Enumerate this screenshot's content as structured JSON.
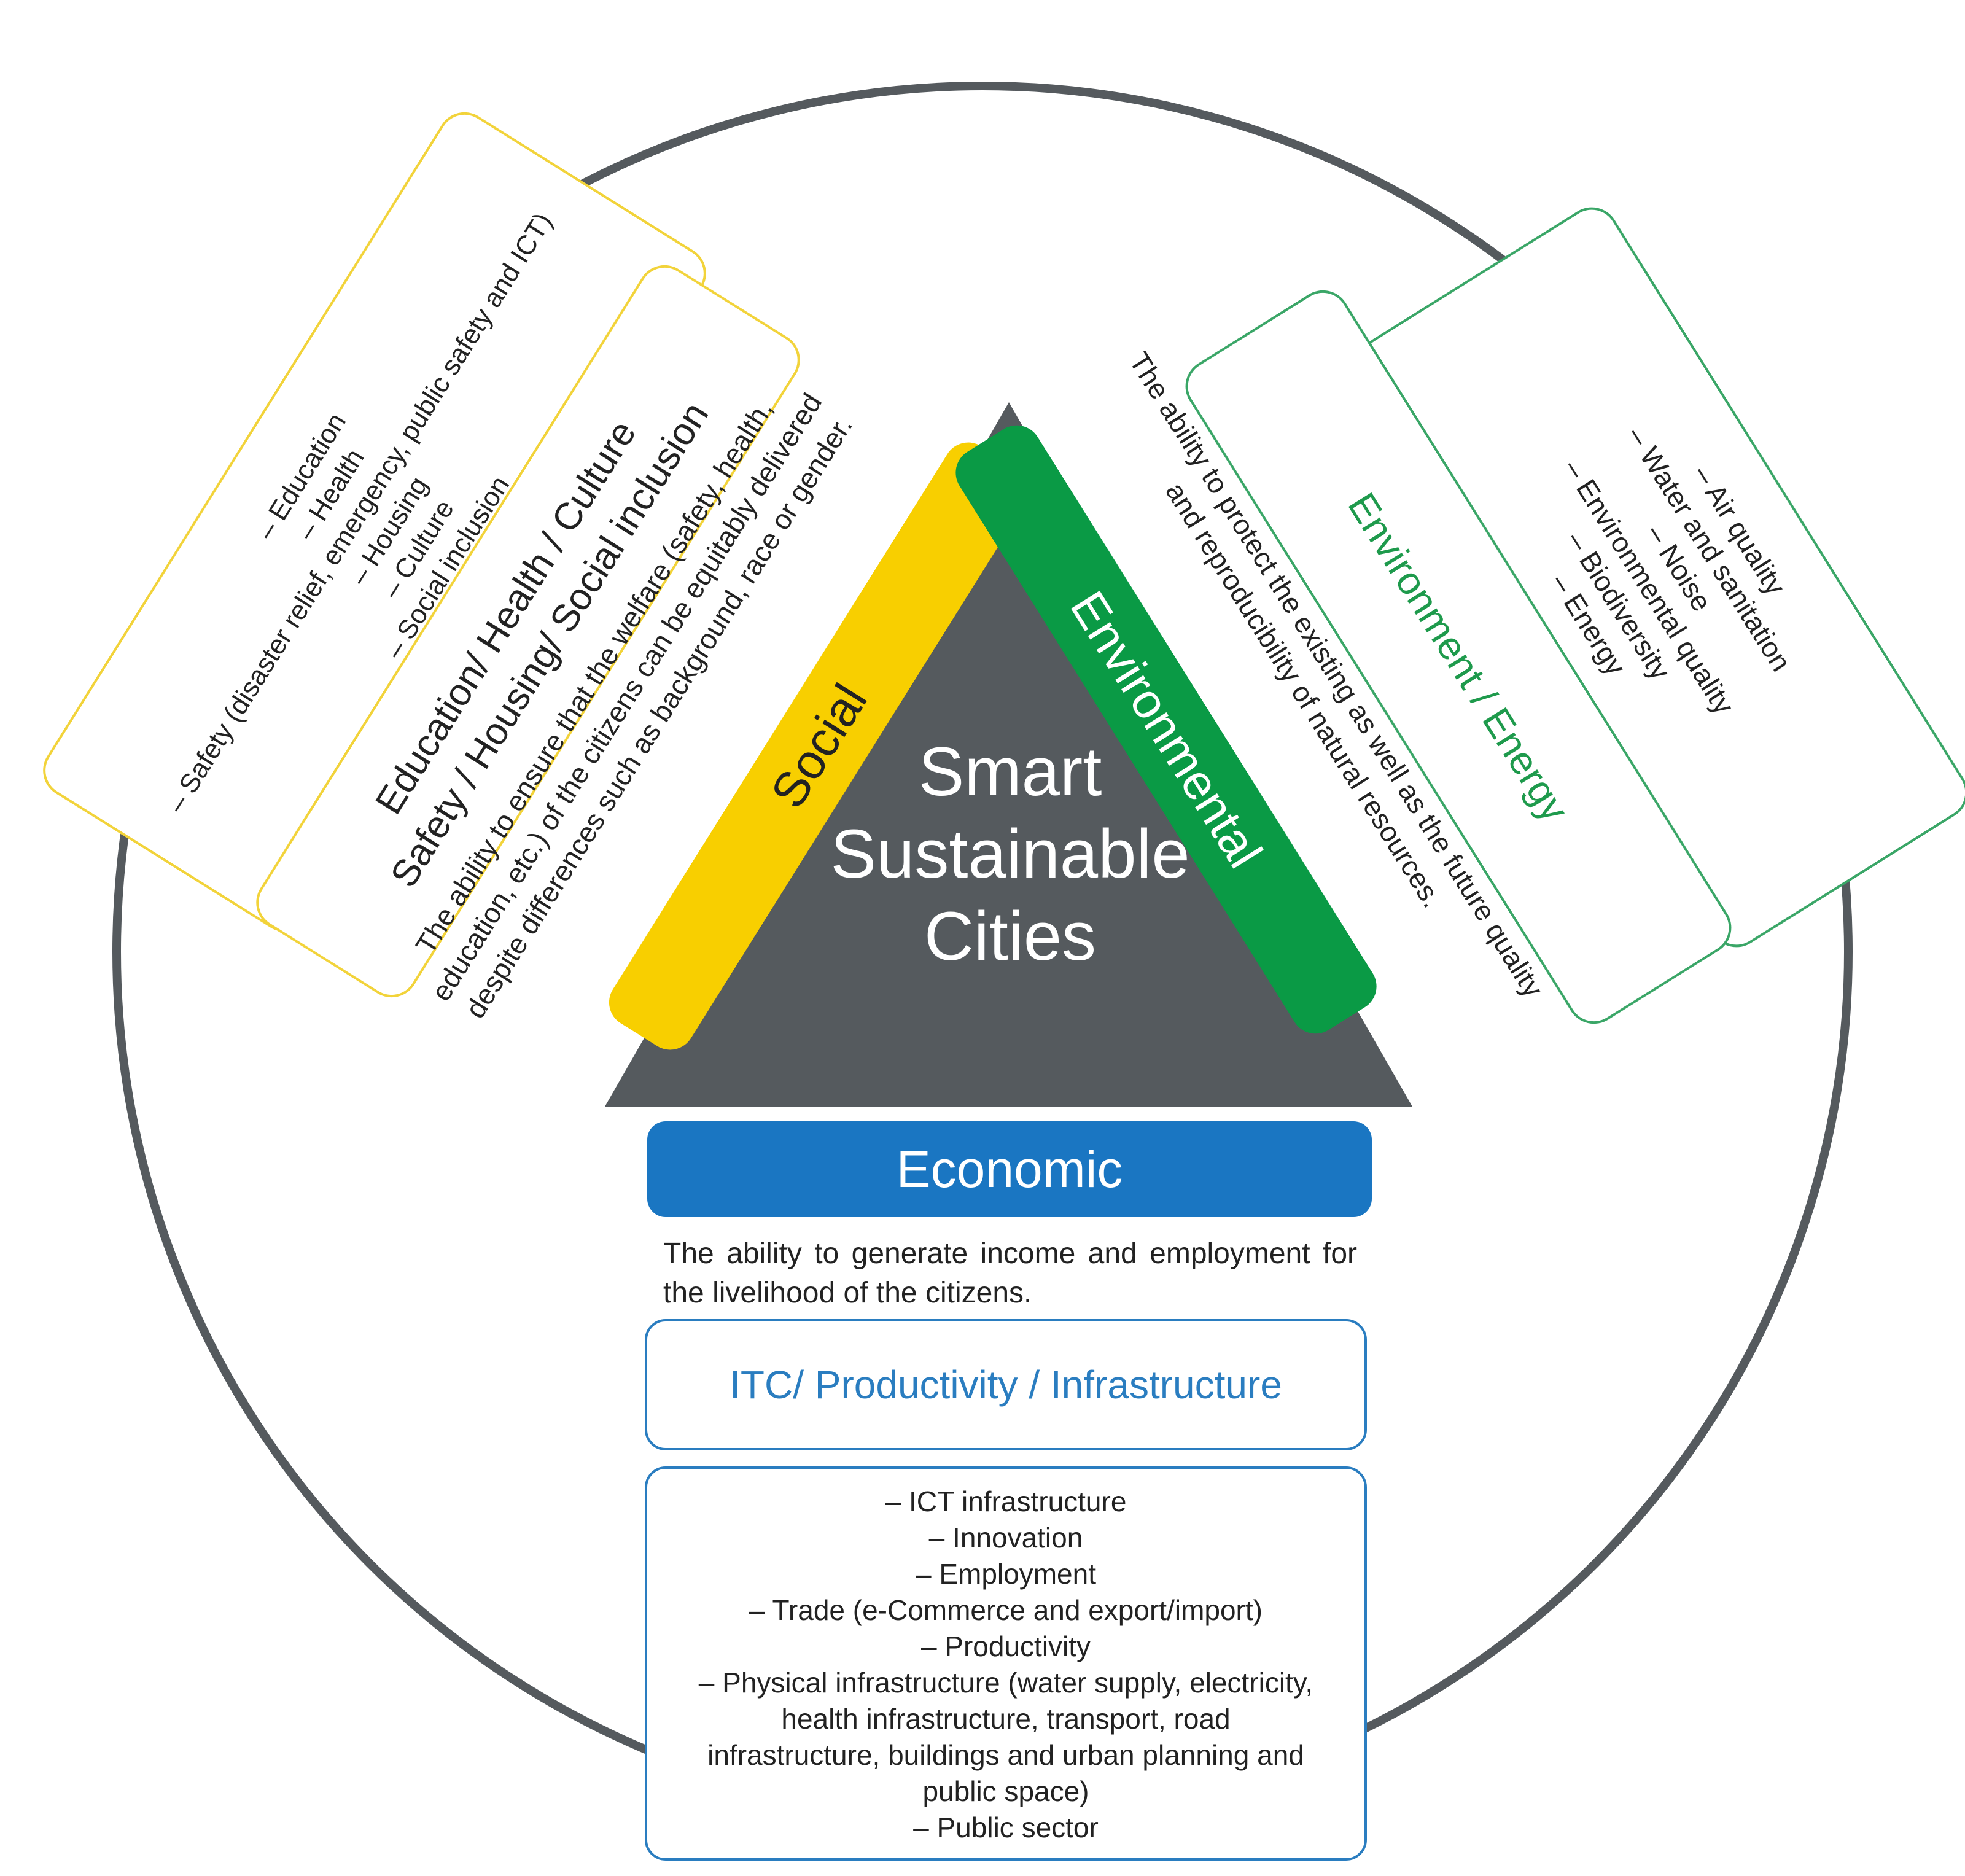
{
  "center": {
    "title_lines": [
      "Smart",
      "Sustainable",
      "Cities"
    ]
  },
  "social": {
    "label": "Social",
    "description": "The ability to ensure that the welfare (safety, health, education, etc.) of the citizens can be equitably delivered despite differences such as background, race or gender.",
    "theme_line1": "Education/ Health / Culture",
    "theme_line2": "Safety / Housing/ Social inclusion",
    "items": [
      "– Education",
      "– Health",
      "– Safety (disaster relief, emergency, public safety and ICT)",
      "– Housing",
      "– Culture",
      "– Social inclusion"
    ]
  },
  "environmental": {
    "label": "Environmental",
    "description": "The ability to protect the existing as well as the future quality and reproducibility of natural resources.",
    "theme": "Environment / Energy",
    "items": [
      "– Air quality",
      "– Water and sanitation",
      "– Noise",
      "– Environmental quality",
      "– Biodiversity",
      "– Energy"
    ]
  },
  "economic": {
    "label": "Economic",
    "description": "The ability to generate income and employment for the livelihood of the citizens.",
    "theme": "ITC/ Productivity / Infrastructure",
    "items": [
      "– ICT infrastructure",
      "– Innovation",
      "– Employment",
      "– Trade (e-Commerce and export/import)",
      "– Productivity",
      "– Physical infrastructure (water supply, electricity,",
      "health infrastructure, transport, road",
      "infrastructure, buildings and urban planning and",
      "public space)",
      "– Public sector"
    ]
  },
  "colors": {
    "social": "#f8cf00",
    "environmental": "#0a9a45",
    "economic": "#1a76c2",
    "triangle": "#555a5e",
    "circle": "#555a5e"
  }
}
